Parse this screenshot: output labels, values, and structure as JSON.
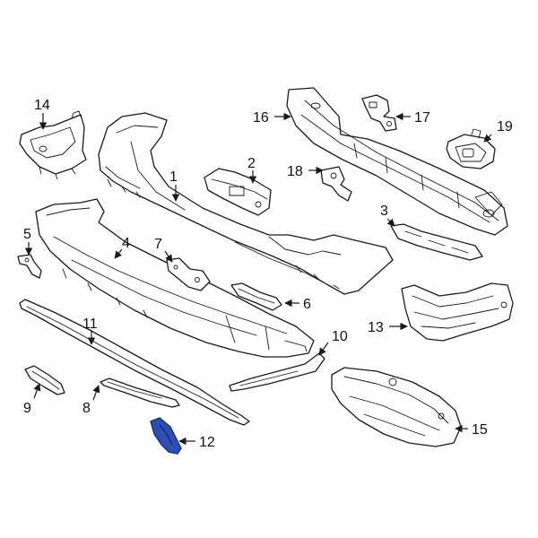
{
  "colors": {
    "line": "#1a1a1a",
    "background": "#ffffff",
    "highlight_fill": "#2d4fb3",
    "highlight_stroke": "#0e2a78"
  },
  "highlighted_part": "12",
  "callouts": {
    "c1": "1",
    "c2": "2",
    "c3": "3",
    "c4": "4",
    "c5": "5",
    "c6": "6",
    "c7": "7",
    "c8": "8",
    "c9": "9",
    "c10": "10",
    "c11": "11",
    "c12": "12",
    "c13": "13",
    "c14": "14",
    "c15": "15",
    "c16": "16",
    "c17": "17",
    "c18": "18",
    "c19": "19"
  }
}
